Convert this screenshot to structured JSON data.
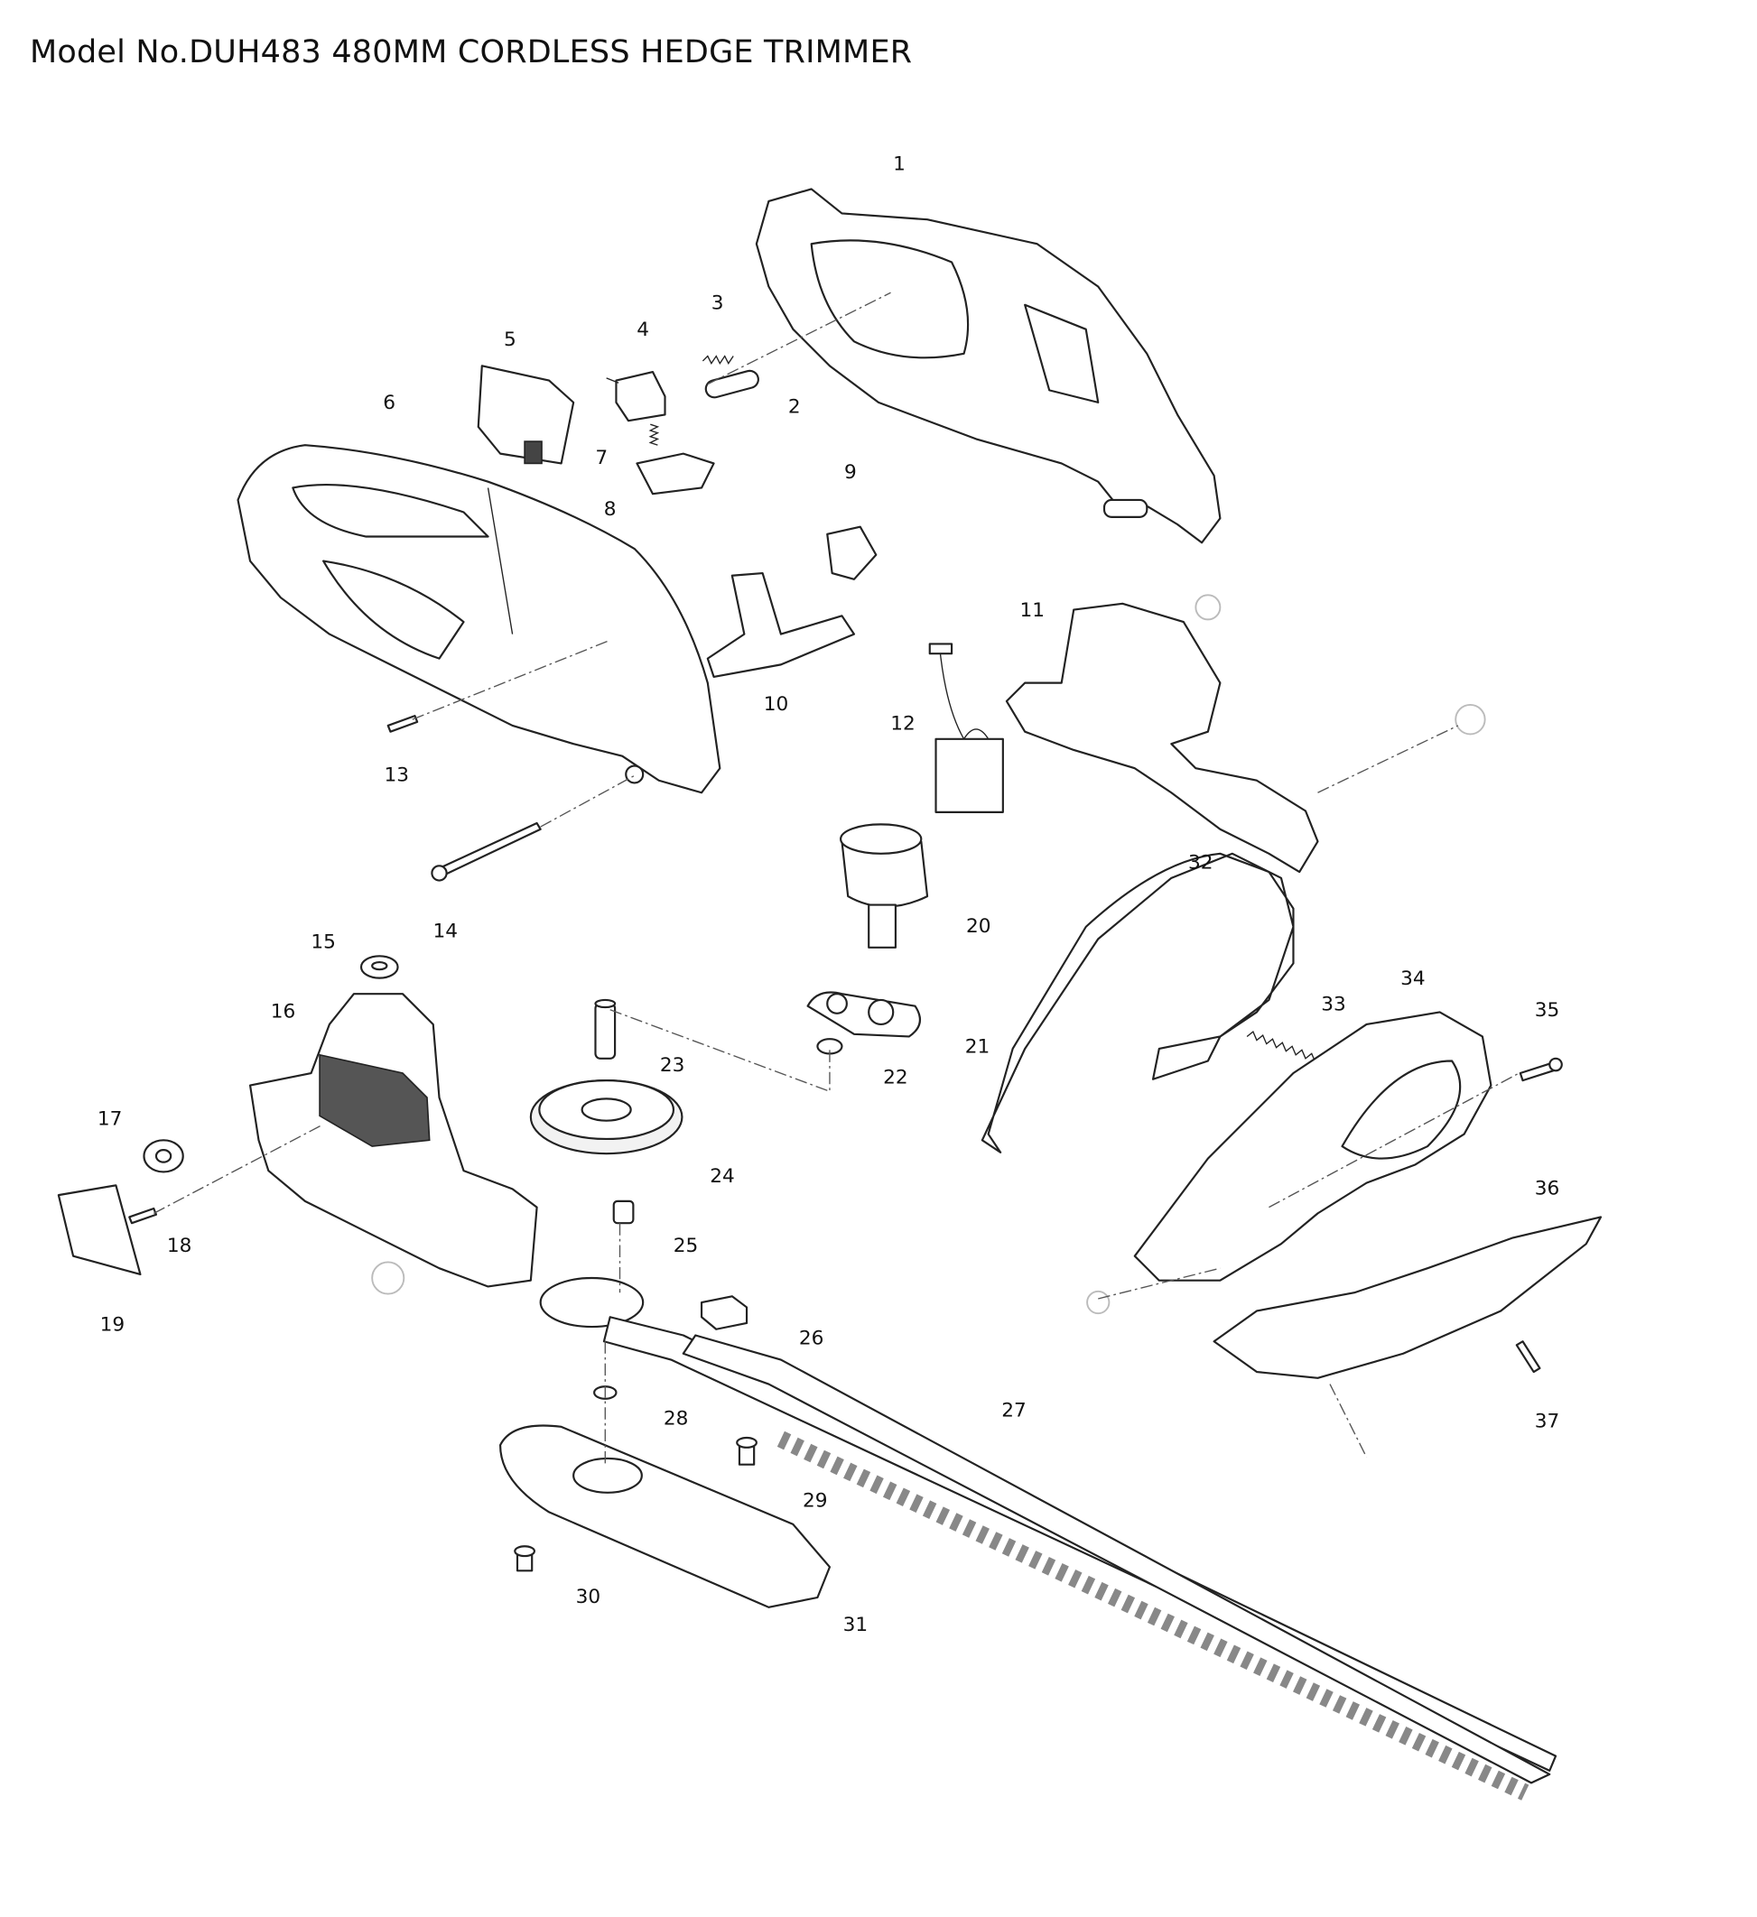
{
  "title": "Model No.DUH483 480MM CORDLESS HEDGE TRIMMER",
  "parts": [
    "1",
    "2",
    "3",
    "4",
    "5",
    "6",
    "7",
    "8",
    "9",
    "10",
    "11",
    "12",
    "13",
    "14",
    "15",
    "16",
    "17",
    "18",
    "19",
    "20",
    "21",
    "22",
    "23",
    "24",
    "25",
    "26",
    "27",
    "28",
    "29",
    "30",
    "31",
    "32",
    "33",
    "34",
    "35",
    "36",
    "37"
  ]
}
